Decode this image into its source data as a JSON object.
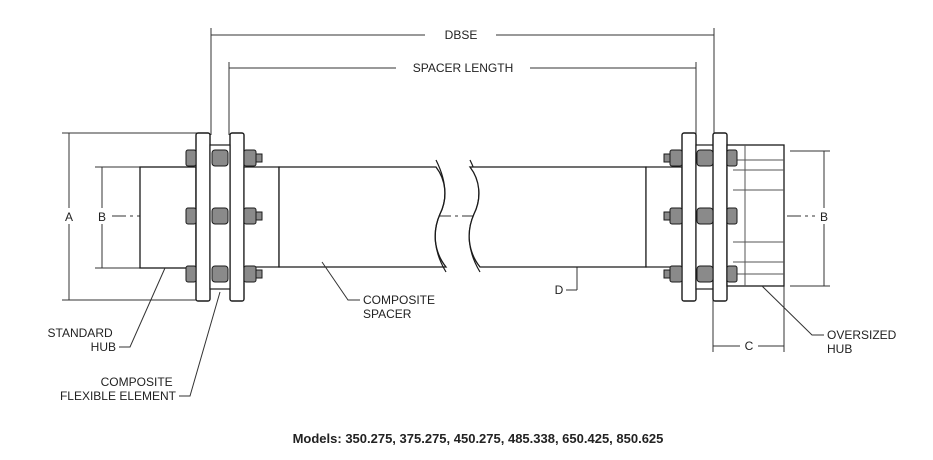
{
  "dimensions": {
    "dbse": "DBSE",
    "spacer_length": "SPACER LENGTH",
    "a_left": "A",
    "b_left": "B",
    "b_right": "B",
    "c": "C",
    "d": "D"
  },
  "labels": {
    "composite_spacer": [
      "COMPOSITE",
      "SPACER"
    ],
    "standard_hub": [
      "STANDARD",
      "HUB"
    ],
    "composite_flexible_element": [
      "COMPOSITE",
      "FLEXIBLE ELEMENT"
    ],
    "oversized_hub": [
      "OVERSIZED",
      "HUB"
    ]
  },
  "caption": "Models: 350.275, 375.275, 450.275, 485.338, 650.425, 850.625",
  "colors": {
    "line": "#1a1a1a",
    "dim_line": "#333333",
    "bolt_fill": "#8a8a8a"
  }
}
